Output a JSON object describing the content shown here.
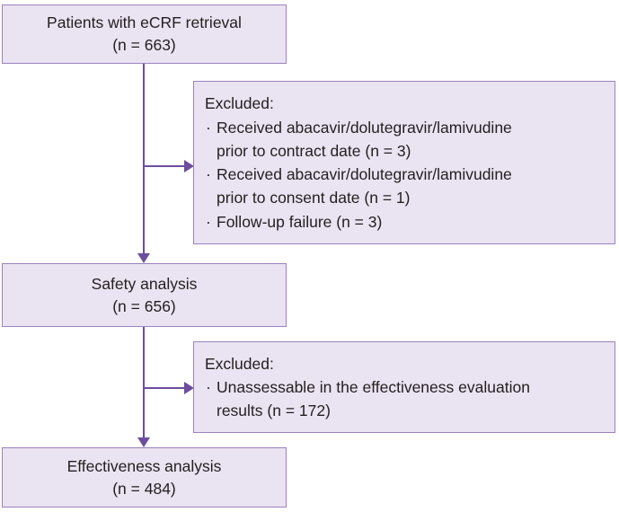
{
  "figure": {
    "type": "flowchart",
    "orientation": "vertical",
    "colors": {
      "node_fill": "#eae3f1",
      "node_border": "#9b82bd",
      "connector": "#6c4d9e",
      "text": "#231f20",
      "background": "#ffffff"
    }
  },
  "nodes": {
    "enrolled": {
      "line1": "Patients with eCRF retrieval",
      "line2": "(n = 663)"
    },
    "safety": {
      "line1": "Safety analysis",
      "line2": "(n = 656)"
    },
    "effectiveness": {
      "line1": "Effectiveness analysis",
      "line2": "(n = 484)"
    },
    "excluded_1": {
      "title": "Excluded:",
      "items": [
        {
          "line1": "Received abacavir/dolutegravir/lamivudine",
          "line2": "prior to contract date (n = 3)"
        },
        {
          "line1": "Received abacavir/dolutegravir/lamivudine",
          "line2": "prior to consent date (n = 1)"
        },
        {
          "line1": "Follow-up failure (n = 3)",
          "line2": ""
        }
      ]
    },
    "excluded_2": {
      "title": "Excluded:",
      "items": [
        {
          "line1": "Unassessable in the effectiveness evaluation",
          "line2": "results (n = 172)"
        }
      ]
    }
  }
}
